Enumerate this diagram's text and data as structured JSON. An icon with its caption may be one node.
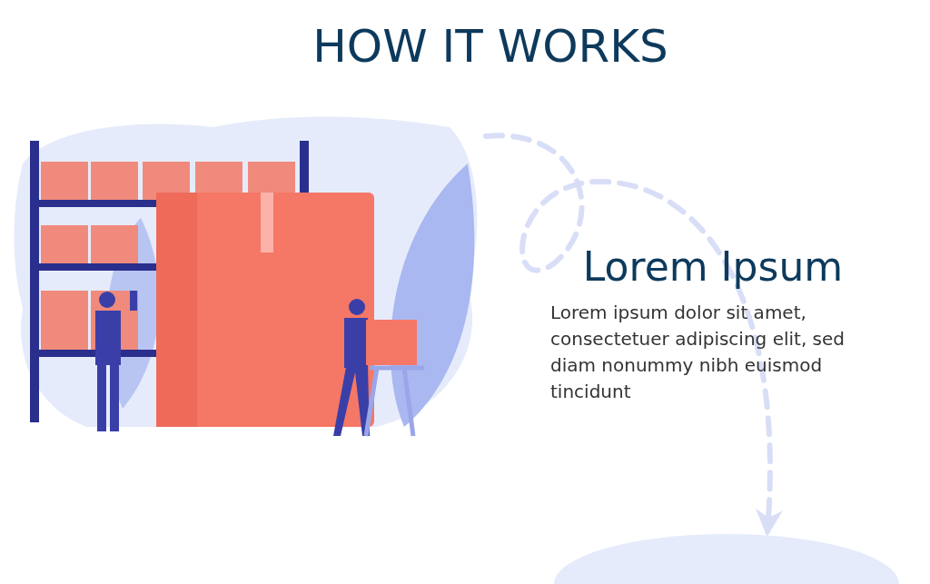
{
  "diagram": {
    "title": "HOW IT WORKS",
    "nodes": [
      {
        "text": [],
        "shape": "picture"
      },
      {
        "text": [],
        "shape": "circle"
      }
    ],
    "edges": [
      {
        "from": 0,
        "to": 1,
        "arrow": "to",
        "style": "dashed"
      }
    ],
    "labels": [
      "Lorem Ipsum",
      "Lorem ipsum dolor sit amet, consectetuer adipiscing elit, sed diam nonummy nibh euismod tincidunt"
    ]
  }
}
